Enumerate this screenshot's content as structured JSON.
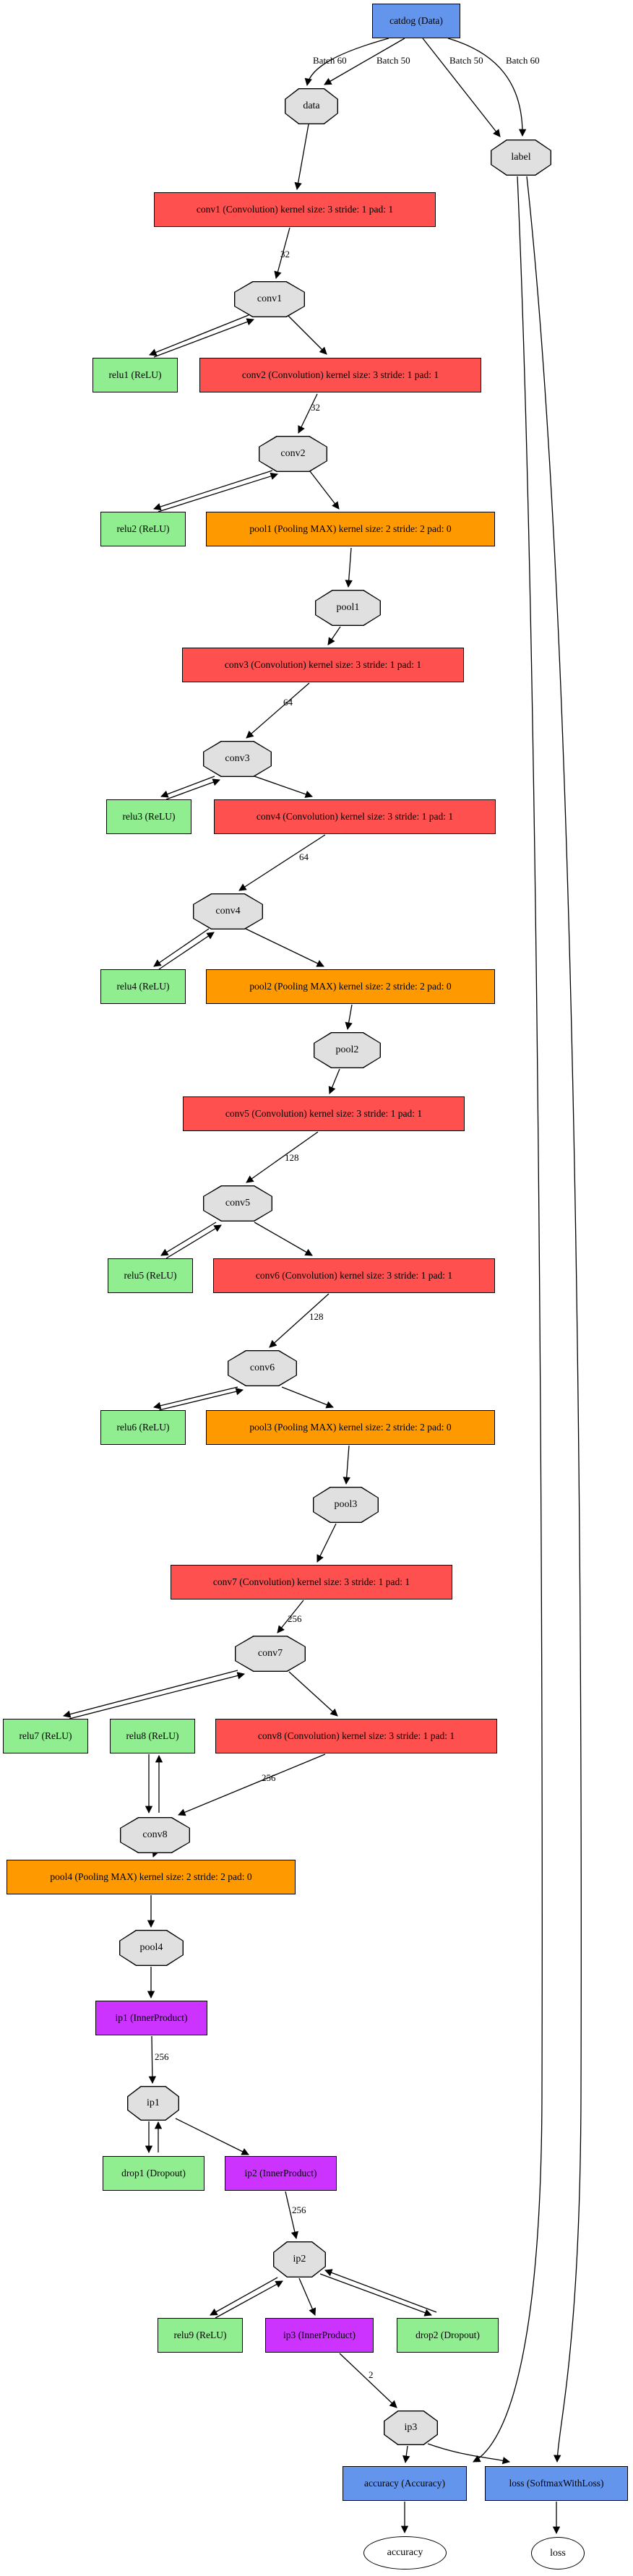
{
  "diagram": {
    "description": "Caffe neural network architecture graph for catdog dataset",
    "nodes": {
      "catdog": "catdog (Data)",
      "data_blob": "data",
      "label_blob": "label",
      "conv1": "conv1 (Convolution) kernel size: 3 stride: 1 pad: 1",
      "conv1_blob": "conv1",
      "relu1": "relu1 (ReLU)",
      "conv2": "conv2 (Convolution) kernel size: 3 stride: 1 pad: 1",
      "conv2_blob": "conv2",
      "relu2": "relu2 (ReLU)",
      "pool1": "pool1 (Pooling MAX) kernel size: 2 stride: 2 pad: 0",
      "pool1_blob": "pool1",
      "conv3": "conv3 (Convolution) kernel size: 3 stride: 1 pad: 1",
      "conv3_blob": "conv3",
      "relu3": "relu3 (ReLU)",
      "conv4": "conv4 (Convolution) kernel size: 3 stride: 1 pad: 1",
      "conv4_blob": "conv4",
      "relu4": "relu4 (ReLU)",
      "pool2": "pool2 (Pooling MAX) kernel size: 2 stride: 2 pad: 0",
      "pool2_blob": "pool2",
      "conv5": "conv5 (Convolution) kernel size: 3 stride: 1 pad: 1",
      "conv5_blob": "conv5",
      "relu5": "relu5 (ReLU)",
      "conv6": "conv6 (Convolution) kernel size: 3 stride: 1 pad: 1",
      "conv6_blob": "conv6",
      "relu6": "relu6 (ReLU)",
      "pool3": "pool3 (Pooling MAX) kernel size: 2 stride: 2 pad: 0",
      "pool3_blob": "pool3",
      "conv7": "conv7 (Convolution) kernel size: 3 stride: 1 pad: 1",
      "conv7_blob": "conv7",
      "relu7": "relu7 (ReLU)",
      "relu8": "relu8 (ReLU)",
      "conv8": "conv8 (Convolution) kernel size: 3 stride: 1 pad: 1",
      "conv8_blob": "conv8",
      "pool4": "pool4 (Pooling MAX) kernel size: 2 stride: 2 pad: 0",
      "pool4_blob": "pool4",
      "ip1": "ip1 (InnerProduct)",
      "ip1_blob": "ip1",
      "drop1": "drop1 (Dropout)",
      "ip2": "ip2 (InnerProduct)",
      "ip2_blob": "ip2",
      "relu9": "relu9 (ReLU)",
      "ip3": "ip3 (InnerProduct)",
      "drop2": "drop2 (Dropout)",
      "ip3_blob": "ip3",
      "accuracy": "accuracy (Accuracy)",
      "loss": "loss (SoftmaxWithLoss)",
      "accuracy_blob": "accuracy",
      "loss_blob": "loss"
    },
    "edge_labels": {
      "catdog_data_b60": "Batch 60",
      "catdog_data_b50": "Batch 50",
      "catdog_label_b50": "Batch 50",
      "catdog_label_b60": "Batch 60",
      "conv1_ch": "32",
      "conv2_ch": "32",
      "conv3_ch": "64",
      "conv4_ch": "64",
      "conv5_ch": "128",
      "conv6_ch": "128",
      "conv7_ch": "256",
      "conv8_ch": "256",
      "ip1_ch": "256",
      "ip2_ch": "256",
      "ip3_ch": "2"
    },
    "colors": {
      "data_layer": "#6495ED",
      "convolution_layer": "#FF5050",
      "pooling_layer": "#FF9900",
      "innerproduct_layer": "#CC33FF",
      "activation_layer": "#90EE90",
      "blob_node": "#E0E0E0",
      "edge": "#000000"
    }
  }
}
